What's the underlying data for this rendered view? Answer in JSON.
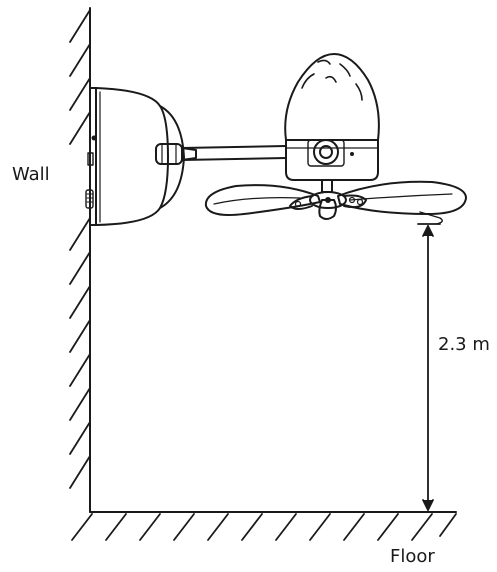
{
  "labels": {
    "wall": "Wall",
    "height": "2.3 m",
    "floor": "Floor"
  },
  "dimension": {
    "value": 2.3,
    "unit": "m"
  }
}
